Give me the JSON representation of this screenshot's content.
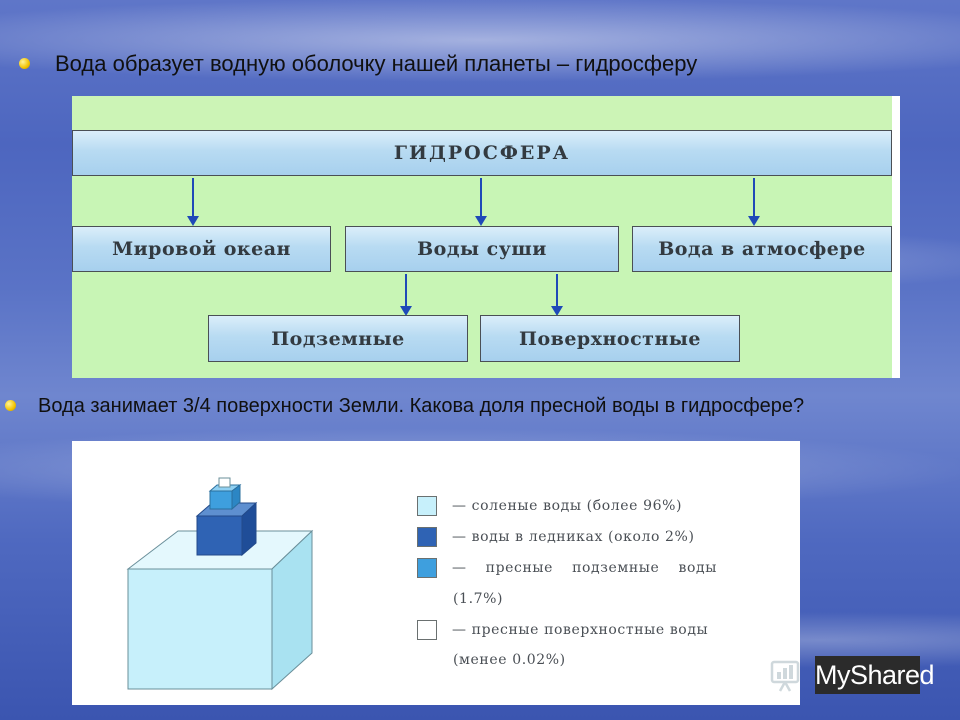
{
  "bullets": {
    "first": "Вода образует водную оболочку нашей планеты – гидросферу",
    "second": "Вода занимает 3/4 поверхности Земли. Какова доля пресной воды в гидросфере?"
  },
  "diagram": {
    "root": "ГИДРОСФЕРА",
    "level1": [
      "Мировой океан",
      "Воды суши",
      "Вода в атмосфере"
    ],
    "level2": [
      "Подземные",
      "Поверхностные"
    ]
  },
  "legend": {
    "items": [
      {
        "color": "#c7f0fb",
        "text": "— соленые воды (более 96%)"
      },
      {
        "color": "#2f63b4",
        "text": "— воды в ледниках (около 2%)"
      },
      {
        "color": "#3e9fde",
        "text": "— пресные подземные воды",
        "text2": "(1.7%)"
      },
      {
        "color": "#ffffff",
        "text": "— пресные поверхностные воды",
        "text2": "(менее 0.02%)"
      }
    ]
  },
  "watermark": {
    "text": "MyShared"
  },
  "colors": {
    "salt": "#c7f0fb",
    "ice": "#2f63b4",
    "ground": "#3e9fde",
    "surface": "#ffffff"
  }
}
